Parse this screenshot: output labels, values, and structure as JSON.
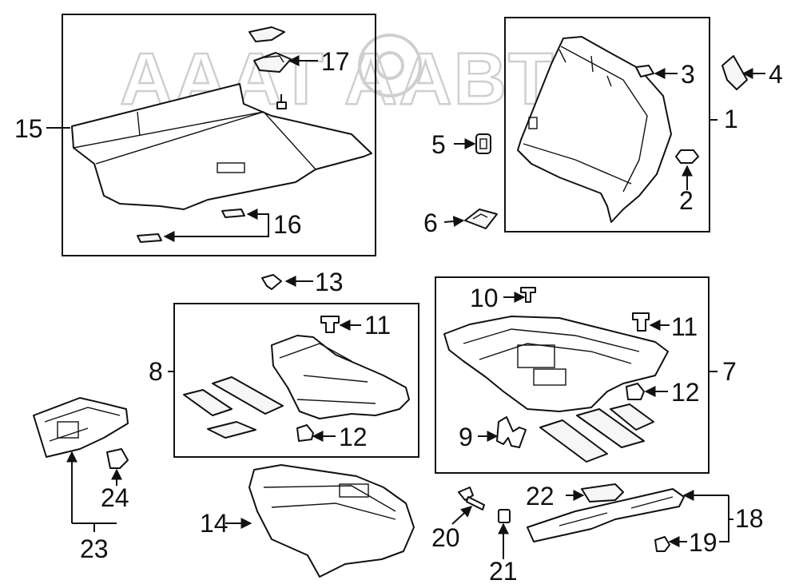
{
  "watermark": "AAAT AABTO",
  "callouts": {
    "c1": "1",
    "c2": "2",
    "c3": "3",
    "c4": "4",
    "c5": "5",
    "c6": "6",
    "c7": "7",
    "c8": "8",
    "c9": "9",
    "c10": "10",
    "c11a": "11",
    "c11b": "11",
    "c12a": "12",
    "c12b": "12",
    "c13": "13",
    "c14": "14",
    "c15": "15",
    "c16": "16",
    "c17": "17",
    "c18": "18",
    "c19": "19",
    "c20": "20",
    "c21": "21",
    "c22": "22",
    "c23": "23",
    "c24": "24"
  }
}
